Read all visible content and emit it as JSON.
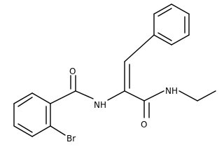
{
  "diagram": {
    "type": "chemical-structure",
    "atoms": {
      "oxygen_amide1": "O",
      "nitrogen_amide1": "NH",
      "nitrogen_amide2": "NH",
      "oxygen_amide2": "O",
      "bromine": "Br"
    },
    "colors": {
      "bond": "#000000",
      "label": "#000000",
      "background": "#ffffff"
    }
  }
}
